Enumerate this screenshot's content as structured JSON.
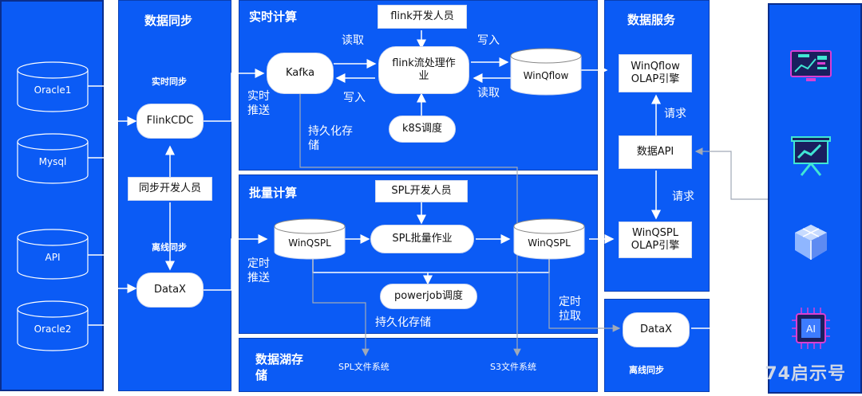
{
  "sections": {
    "data_sync": "数据同步",
    "realtime": "实时计算",
    "batch": "批量计算",
    "lake": "数据湖存储",
    "service": "数据服务"
  },
  "sources": [
    "Oracle1",
    "Mysql",
    "API",
    "Oracle2"
  ],
  "sync": {
    "realtime_label": "实时同步",
    "offline_label": "离线同步",
    "flinkcdc": "FlinkCDC",
    "dev": "同步开发人员",
    "datax": "DataX"
  },
  "realtime": {
    "flink_dev": "flink开发人员",
    "kafka": "Kafka",
    "flink_job": "flink流处理作业",
    "winqflow": "WinQflow",
    "k8s": "k8S调度",
    "read1": "读取",
    "write1": "写入",
    "write2": "写入",
    "read2": "读取",
    "push": "实时推送",
    "persist": "持久化存储"
  },
  "batch": {
    "spl_dev": "SPL开发人员",
    "winqspl_left": "WinQSPL",
    "spl_job": "SPL批量作业",
    "winqspl_right": "WinQSPL",
    "powerjob": "powerjob调度",
    "push": "定时推送",
    "persist": "持久化存储",
    "pull": "定时拉取"
  },
  "lake": {
    "spl_files": "SPL文件系统",
    "s3_files": "S3文件系统"
  },
  "service": {
    "winqflow_olap": "WinQflow OLAP引擎",
    "request1": "请求",
    "data_api": "数据API",
    "request2": "请求",
    "winqspl_olap": "WinQSPL OLAP引擎",
    "datax": "DataX",
    "offline": "离线同步"
  },
  "consumers": [
    "dashboard-icon",
    "presentation-icon",
    "cube-icon",
    "ai-chip-icon"
  ],
  "watermark": "74启示号",
  "colors": {
    "panel": "#0b5bf5",
    "border": "#0a2d8c",
    "wire": "#ffffff",
    "chart_line": "#a0a9b8"
  }
}
